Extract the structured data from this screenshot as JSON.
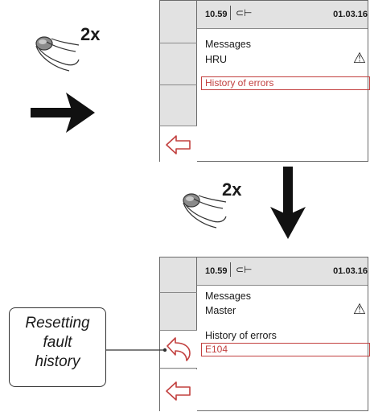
{
  "instructions": {
    "press_count_top": "2x",
    "press_count_middle": "2x"
  },
  "screen_top": {
    "status": {
      "time": "10.59",
      "key_symbol": "⊂⊢",
      "date": "01.03.16"
    },
    "line1": "Messages",
    "line2": "HRU",
    "selected_item": "History of errors",
    "warning_icon": "warning-triangle-icon",
    "back_icon": "back-arrow-icon"
  },
  "screen_bottom": {
    "status": {
      "time": "10.59",
      "key_symbol": "⊂⊢",
      "date": "01.03.16"
    },
    "line1": "Messages",
    "line2": "Master",
    "line3": "History of errors",
    "selected_item": "E104",
    "warning_icon": "warning-triangle-icon",
    "reset_icon": "reset-arrow-icon",
    "back_icon": "back-arrow-icon"
  },
  "callout": {
    "text_line1": "Resetting",
    "text_line2": "fault",
    "text_line3": "history"
  },
  "colors": {
    "accent_red": "#c2403f",
    "panel_grey": "#e2e2e2",
    "frame": "#6b6b6b"
  }
}
